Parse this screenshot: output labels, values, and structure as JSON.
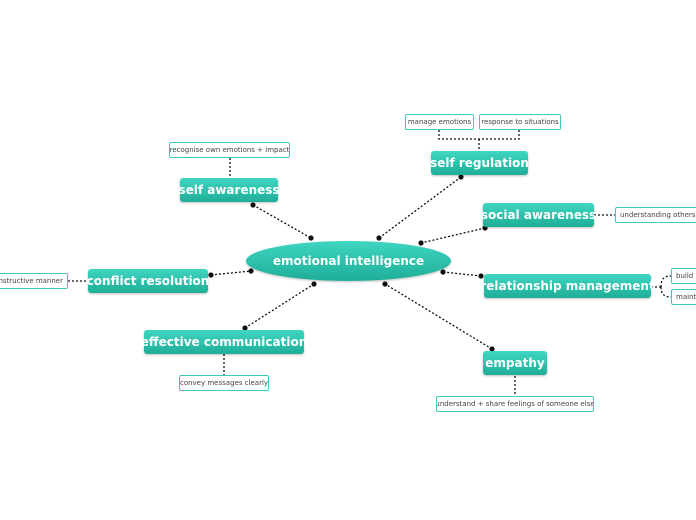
{
  "central": {
    "label": "emotional intelligence"
  },
  "branches": {
    "self_awareness": {
      "label": "self awareness",
      "notes": [
        "recognise own emotions + impact"
      ]
    },
    "self_regulation": {
      "label": "self regulation",
      "notes": [
        "manage emotions",
        "response to situations"
      ]
    },
    "social_awareness": {
      "label": "social awareness",
      "notes": [
        "understanding others e"
      ]
    },
    "relationship_management": {
      "label": "relationship management",
      "notes": [
        "build h",
        "maintai"
      ]
    },
    "empathy": {
      "label": "empathy",
      "notes": [
        "understand + share feelings of someone else"
      ]
    },
    "effective_communication": {
      "label": "effective communication",
      "notes": [
        "convey messages clearly"
      ]
    },
    "conflict_resolution": {
      "label": "conflict resolution",
      "notes": [
        "onstructive manner"
      ]
    }
  },
  "colors": {
    "topic": "#2bc2ac",
    "note_border": "#40cbb8",
    "connector": "#111111"
  }
}
